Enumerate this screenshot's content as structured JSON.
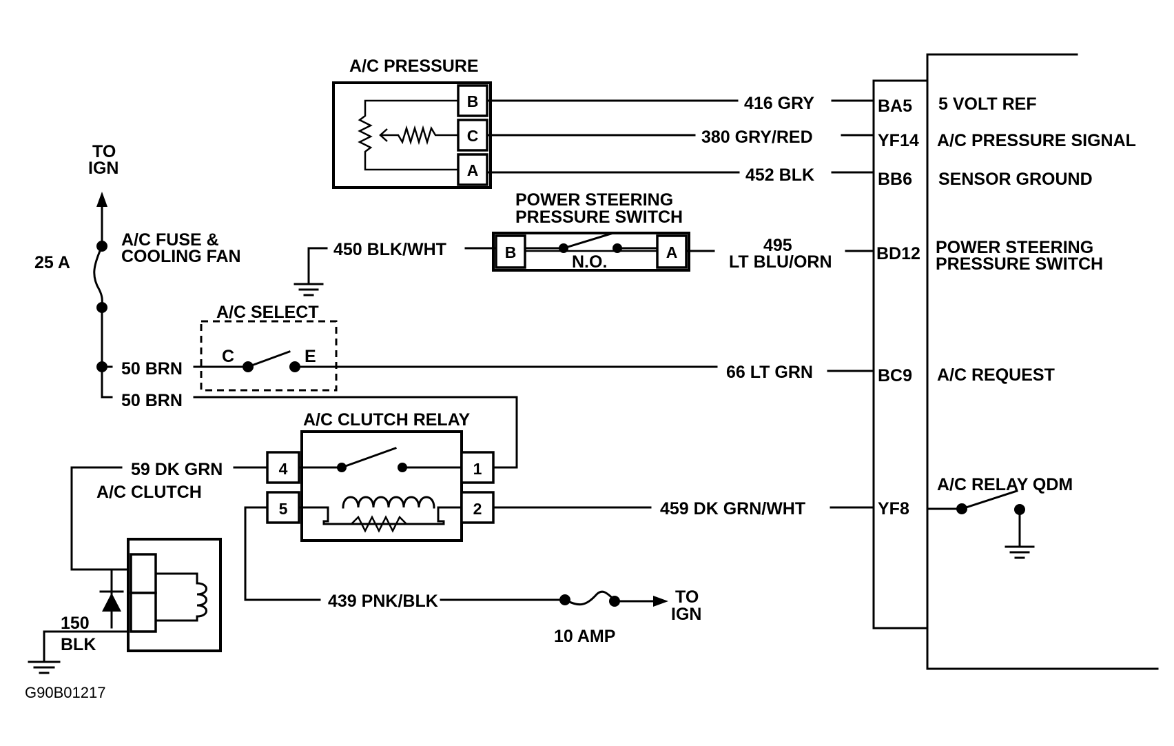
{
  "pressure_sensor": {
    "title": "A/C PRESSURE",
    "pins": [
      "B",
      "C",
      "A"
    ]
  },
  "wires": {
    "w416": "416 GRY",
    "w380": "380 GRY/RED",
    "w452": "452 BLK",
    "w450": "450 BLK/WHT",
    "w495_num": "495",
    "w495_color": "LT BLU/ORN",
    "w50a": "50 BRN",
    "w50b": "50 BRN",
    "w66": "66 LT GRN",
    "w59": "59 DK GRN",
    "w459": "459  DK GRN/WHT",
    "w439": "439 PNK/BLK",
    "w150_num": "150",
    "w150_color": "BLK"
  },
  "ecm_pins": [
    "BA5",
    "YF14",
    "BB6",
    "BD12",
    "BC9",
    "YF8"
  ],
  "ecm_labels": {
    "vref": "5 VOLT REF",
    "pressure_signal": "A/C PRESSURE SIGNAL",
    "sensor_ground": "SENSOR GROUND",
    "ps_switch_1": "POWER STEERING",
    "ps_switch_2": "PRESSURE SWITCH",
    "ac_request": "A/C  REQUEST",
    "relay_qdm": "A/C  RELAY QDM"
  },
  "ps_switch": {
    "title_1": "POWER STEERING",
    "title_2": "PRESSURE SWITCH",
    "pin_left": "B",
    "pin_right": "A",
    "state": "N.O."
  },
  "fuse": {
    "to_1": "TO",
    "to_2": "IGN",
    "rating": "25 A",
    "name_1": "A/C  FUSE &",
    "name_2": "COOLING FAN"
  },
  "ac_select": {
    "title": "A/C  SELECT",
    "pin_c": "C",
    "pin_e": "E"
  },
  "relay": {
    "title": "A/C CLUTCH RELAY",
    "pins": [
      "4",
      "5",
      "1",
      "2"
    ]
  },
  "clutch": {
    "title": "A/C  CLUTCH"
  },
  "fuse2": {
    "rating": "10  AMP",
    "to_1": "TO",
    "to_2": "IGN"
  },
  "figure_code": "G90B01217"
}
